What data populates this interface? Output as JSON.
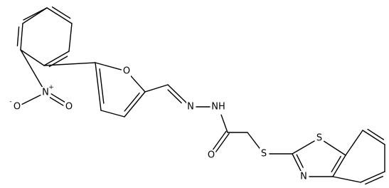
{
  "molecule": {
    "atoms": [
      {
        "id": "c_methyl",
        "label": ""
      },
      {
        "id": "r1_a",
        "label": ""
      },
      {
        "id": "r1_b",
        "label": ""
      },
      {
        "id": "r1_c",
        "label": ""
      },
      {
        "id": "r1_d",
        "label": ""
      },
      {
        "id": "r1_e",
        "label": ""
      },
      {
        "id": "r1_f",
        "label": ""
      },
      {
        "id": "n_nitro",
        "label": "N",
        "charge": "+"
      },
      {
        "id": "o_nitro_dbl",
        "label": "O"
      },
      {
        "id": "o_nitro_neg",
        "label": "O",
        "charge": "-"
      },
      {
        "id": "f_c5",
        "label": ""
      },
      {
        "id": "f_o",
        "label": "O"
      },
      {
        "id": "f_c2",
        "label": ""
      },
      {
        "id": "f_c3",
        "label": ""
      },
      {
        "id": "f_c4",
        "label": ""
      },
      {
        "id": "c_imine",
        "label": ""
      },
      {
        "id": "n_imine",
        "label": "N"
      },
      {
        "id": "n_hydrazide",
        "label": "NH"
      },
      {
        "id": "c_carbonyl",
        "label": ""
      },
      {
        "id": "o_carbonyl",
        "label": "O"
      },
      {
        "id": "c_methylene",
        "label": ""
      },
      {
        "id": "s_thio",
        "label": "S"
      },
      {
        "id": "bt_c2",
        "label": ""
      },
      {
        "id": "bt_s1",
        "label": "S"
      },
      {
        "id": "bt_c7a",
        "label": ""
      },
      {
        "id": "bt_c3a",
        "label": ""
      },
      {
        "id": "bt_n3",
        "label": "N"
      },
      {
        "id": "bt_c4",
        "label": ""
      },
      {
        "id": "bt_c5",
        "label": ""
      },
      {
        "id": "bt_c6",
        "label": ""
      },
      {
        "id": "bt_c7",
        "label": ""
      }
    ],
    "bonds": [
      {
        "a": "c_methyl",
        "b": "r1_a",
        "order": 1
      },
      {
        "a": "r1_a",
        "b": "r1_b",
        "order": 2
      },
      {
        "a": "r1_b",
        "b": "r1_c",
        "order": 1
      },
      {
        "a": "r1_c",
        "b": "r1_d",
        "order": 2
      },
      {
        "a": "r1_d",
        "b": "r1_e",
        "order": 1
      },
      {
        "a": "r1_e",
        "b": "r1_f",
        "order": 2
      },
      {
        "a": "r1_f",
        "b": "r1_a",
        "order": 1
      },
      {
        "a": "r1_e",
        "b": "n_nitro",
        "order": 1
      },
      {
        "a": "n_nitro",
        "b": "o_nitro_dbl",
        "order": 2
      },
      {
        "a": "n_nitro",
        "b": "o_nitro_neg",
        "order": 1
      },
      {
        "a": "r1_d",
        "b": "f_c5",
        "order": 1
      },
      {
        "a": "f_c5",
        "b": "f_o",
        "order": 1
      },
      {
        "a": "f_o",
        "b": "f_c2",
        "order": 1
      },
      {
        "a": "f_c2",
        "b": "f_c3",
        "order": 2
      },
      {
        "a": "f_c3",
        "b": "f_c4",
        "order": 1
      },
      {
        "a": "f_c4",
        "b": "f_c5",
        "order": 2
      },
      {
        "a": "f_c2",
        "b": "c_imine",
        "order": 1
      },
      {
        "a": "c_imine",
        "b": "n_imine",
        "order": 2
      },
      {
        "a": "n_imine",
        "b": "n_hydrazide",
        "order": 1
      },
      {
        "a": "n_hydrazide",
        "b": "c_carbonyl",
        "order": 1
      },
      {
        "a": "c_carbonyl",
        "b": "o_carbonyl",
        "order": 2
      },
      {
        "a": "c_carbonyl",
        "b": "c_methylene",
        "order": 1
      },
      {
        "a": "c_methylene",
        "b": "s_thio",
        "order": 1
      },
      {
        "a": "s_thio",
        "b": "bt_c2",
        "order": 1
      },
      {
        "a": "bt_c2",
        "b": "bt_s1",
        "order": 1
      },
      {
        "a": "bt_s1",
        "b": "bt_c7a",
        "order": 1
      },
      {
        "a": "bt_c7a",
        "b": "bt_c3a",
        "order": 2
      },
      {
        "a": "bt_c3a",
        "b": "bt_n3",
        "order": 1
      },
      {
        "a": "bt_n3",
        "b": "bt_c2",
        "order": 2
      },
      {
        "a": "bt_c3a",
        "b": "bt_c4",
        "order": 1
      },
      {
        "a": "bt_c4",
        "b": "bt_c5",
        "order": 2
      },
      {
        "a": "bt_c5",
        "b": "bt_c6",
        "order": 1
      },
      {
        "a": "bt_c6",
        "b": "bt_c7",
        "order": 2
      },
      {
        "a": "bt_c7",
        "b": "bt_c7a",
        "order": 1
      }
    ]
  }
}
